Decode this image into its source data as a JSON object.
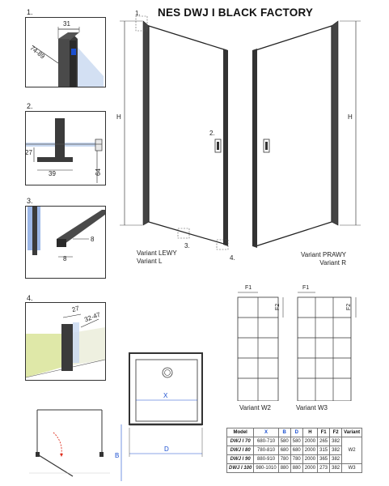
{
  "title": "NES DWJ I BLACK FACTORY",
  "details": {
    "d1": {
      "num": "1.",
      "dim_top": "31",
      "dim_side": "74-89"
    },
    "d2": {
      "num": "2.",
      "dim_h": "27",
      "dim_w": "39",
      "dim_v": "64"
    },
    "d3": {
      "num": "3.",
      "dim_a": "8",
      "dim_b": "8"
    },
    "d4": {
      "num": "4.",
      "dim_a": "27",
      "dim_b": "32-47"
    }
  },
  "main": {
    "dim_h_label": "H",
    "callout_1": "1.",
    "callout_2": "2.",
    "callout_3": "3.",
    "callout_4": "4.",
    "variant_left": [
      "Variant LEWY",
      "Variant L"
    ],
    "variant_right": [
      "Variant PRAWY",
      "Variant R"
    ]
  },
  "glass_variants": {
    "w2": {
      "label": "Variant W2",
      "f1": "F1",
      "f2": "F2"
    },
    "w3": {
      "label": "Variant W3",
      "f1": "F1",
      "f2": "F2"
    }
  },
  "plan": {
    "x_label": "X",
    "d_label": "D",
    "b_label": "B"
  },
  "table": {
    "headers": [
      "Model",
      "X",
      "B",
      "D",
      "H",
      "F1",
      "F2",
      "Variant"
    ],
    "rows": [
      [
        "DWJ I 70",
        "680-710",
        "580",
        "580",
        "2000",
        "265",
        "382"
      ],
      [
        "DWJ I 80",
        "780-810",
        "680",
        "680",
        "2000",
        "315",
        "382"
      ],
      [
        "DWJ I 90",
        "880-910",
        "780",
        "780",
        "2000",
        "365",
        "382"
      ],
      [
        "DWJ I 100",
        "980-1010",
        "880",
        "880",
        "2000",
        "273",
        "382"
      ]
    ],
    "variant_groups": [
      "W2",
      "W3"
    ]
  },
  "colors": {
    "frame": "#2b2b2b",
    "dimension": "#1a4fd0",
    "glass": "#c8d8f0",
    "wall": "#dfe8a8",
    "arrow": "#e03020"
  }
}
